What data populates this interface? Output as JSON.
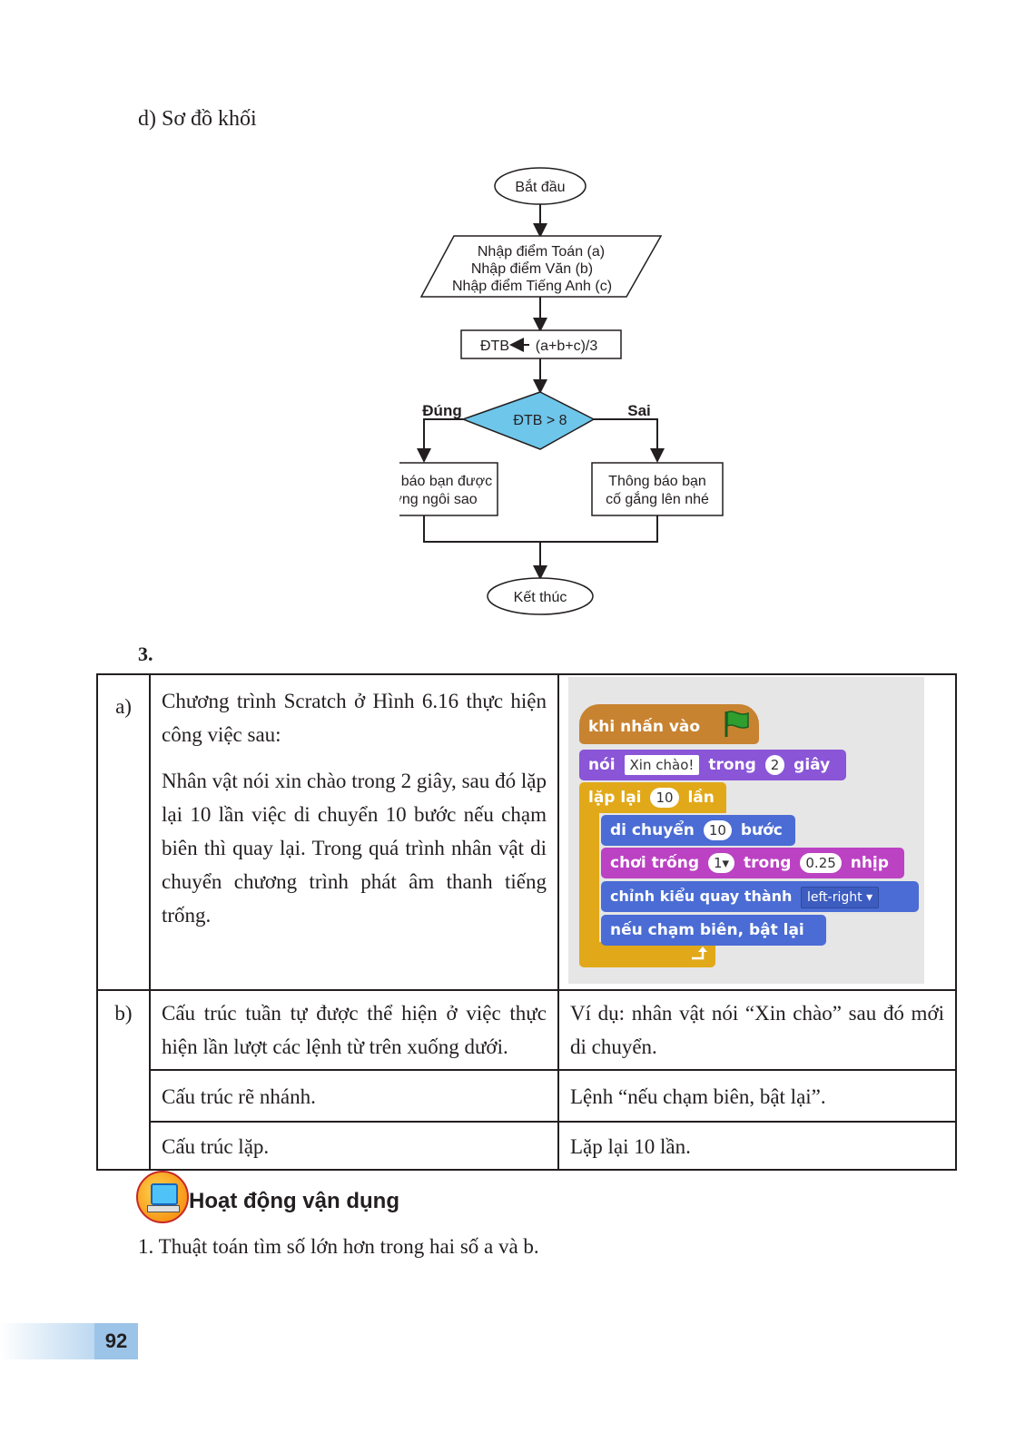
{
  "section_title": "d) Sơ đồ khối",
  "flowchart": {
    "start": "Bắt đầu",
    "input_lines": [
      "Nhập điểm Toán (a)",
      "Nhập điểm Văn (b)",
      "Nhập điểm Tiếng Anh (c)"
    ],
    "assign_lhs": "ĐTB",
    "assign_rhs": "(a+b+c)/3",
    "condition": "ĐTB > 8",
    "yes_label": "Đúng",
    "no_label": "Sai",
    "yes_action": [
      "Thông báo bạn được",
      "thưởng ngôi sao"
    ],
    "no_action": [
      "Thông báo bạn",
      "cố gắng lên nhé"
    ],
    "end": "Kết thúc"
  },
  "exercise_number": "3.",
  "table": {
    "row_a": {
      "label": "a)",
      "para1": "Chương trình Scratch ở Hình 6.16 thực hiện công việc sau:",
      "para2": "Nhân vật nói xin chào trong 2 giây, sau đó lặp lại 10 lần việc di chuyển 10 bước nếu chạm biên thì quay lại. Trong quá trình nhân vật di chuyển chương trình phát âm thanh tiếng trống."
    },
    "scratch": {
      "hat": "khi nhấn vào",
      "say_word": "nói",
      "say_text": "Xin chào!",
      "say_in": "trong",
      "say_secs": "2",
      "say_unit": "giây",
      "repeat_word": "lặp lại",
      "repeat_count": "10",
      "repeat_unit": "lần",
      "move_word": "di chuyển",
      "move_steps": "10",
      "move_unit": "bước",
      "drum_word": "chơi trống",
      "drum_num": "1",
      "drum_in": "trong",
      "drum_beats": "0.25",
      "drum_unit": "nhịp",
      "rot_word": "chỉnh kiểu quay thành",
      "rot_style": "left-right",
      "bounce": "nếu chạm biên, bật lại",
      "colors": {
        "events": "#c88330",
        "looks": "#8a55d7",
        "control": "#e1a91a",
        "motion": "#4a6cd4",
        "sound": "#bb42c3"
      }
    },
    "row_b": {
      "label": "b)",
      "c1_left": "Cấu trúc tuần tự được thể hiện ở việc thực hiện lần lượt các lệnh từ trên xuống dưới.",
      "c1_right": "Ví dụ: nhân vật nói “Xin chào” sau đó mới di chuyển.",
      "c2_left": "Cấu trúc rẽ nhánh.",
      "c2_right": "Lệnh “nếu chạm biên, bật lại”.",
      "c3_left": "Cấu trúc lặp.",
      "c3_right": "Lặp lại 10 lần."
    }
  },
  "activity_title": "Hoạt động vận dụng",
  "activity_item": "1. Thuật toán tìm số lớn hơn trong hai số a và b.",
  "page_number": "92"
}
